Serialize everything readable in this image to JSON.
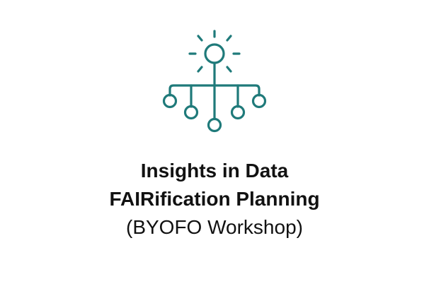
{
  "slide": {
    "icon": "network-hierarchy-lightbulb-icon",
    "accent_color": "#1f7a7a",
    "title_line_1": "Insights in Data",
    "title_line_2": "FAIRification Planning",
    "subtitle": "(BYOFO Workshop)"
  }
}
